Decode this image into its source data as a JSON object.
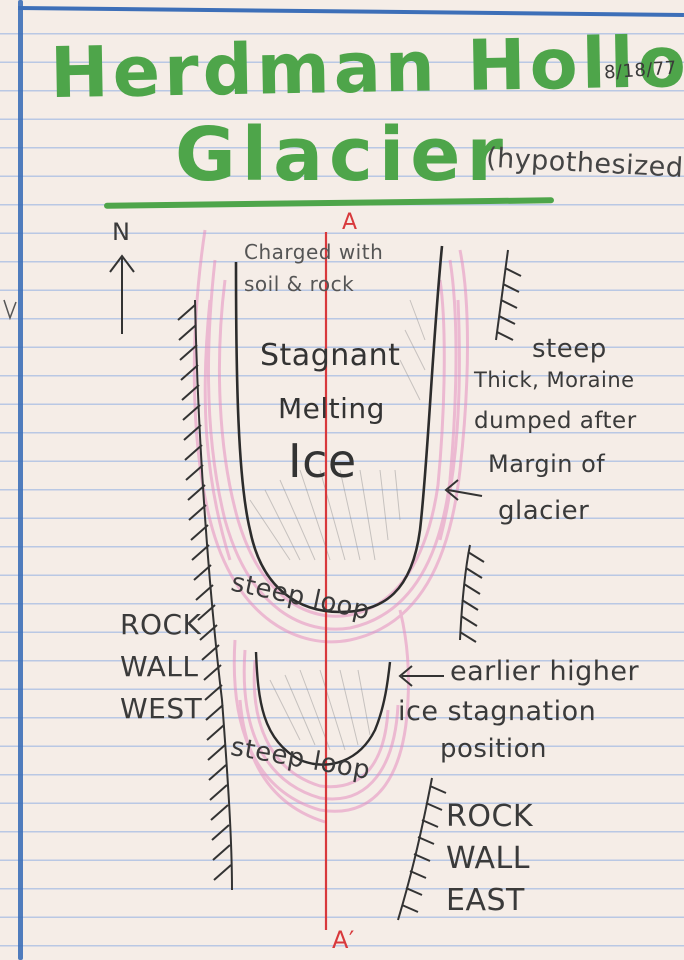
{
  "title": {
    "line1": "Herdman Hollow",
    "line2": "Glacier",
    "qualifier": "(hypothesized)",
    "date": "8/18/77"
  },
  "labels": {
    "north": "N",
    "section_top": "A",
    "section_bottom": "A′",
    "charged": "Charged with soil & rock",
    "stagnant": "Stagnant",
    "melting": "Melting",
    "ice": "Ice",
    "steep": "steep",
    "thick_moraine": "Thick, Moraine",
    "dumped": "dumped after",
    "margin_of": "Margin of",
    "glacier": "glacier",
    "steep_loop_upper": "steep loop",
    "steep_loop_lower": "steep loop",
    "rock_wall_west": "ROCK WALL WEST",
    "earlier": "earlier higher",
    "ice_stagnation": "ice stagnation",
    "position": "position",
    "rock_wall_east": "ROCK WALL EAST"
  },
  "colors": {
    "title_green": "#4ea54a",
    "section_line_red": "#d8393c",
    "moraine_pink": "#e58fc0",
    "margin_blue": "#3d6fb8",
    "pencil": "#3a3a3a"
  }
}
